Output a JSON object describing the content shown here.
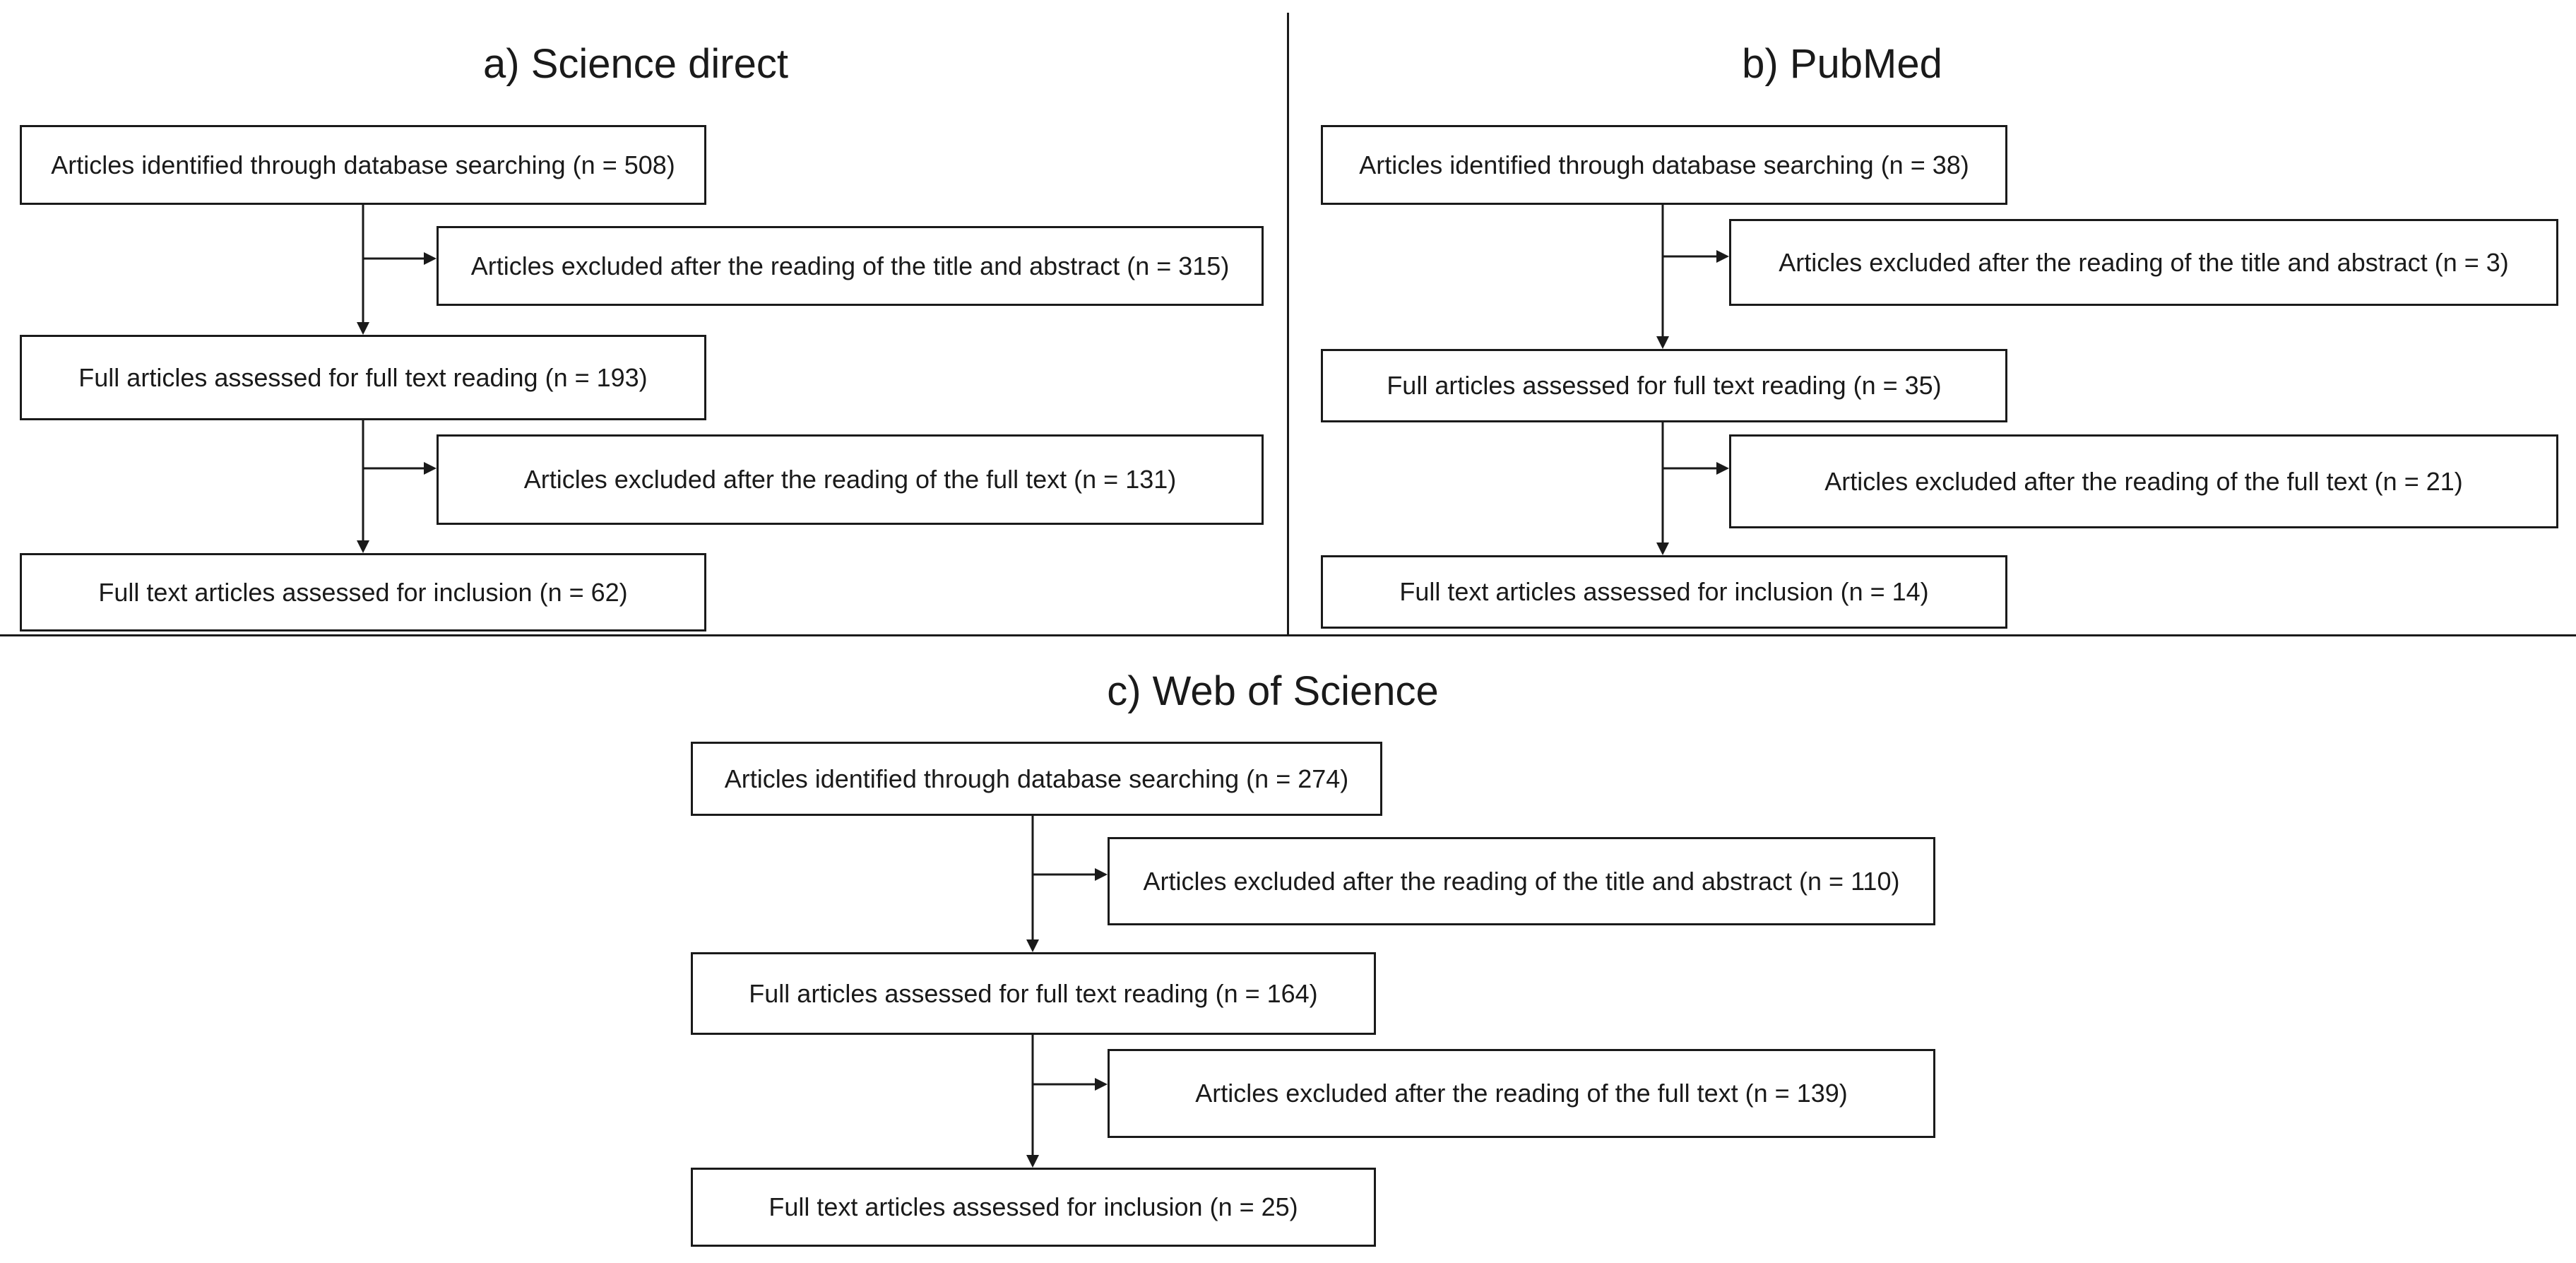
{
  "panels": {
    "a": {
      "title": "a) Science direct",
      "boxes": {
        "identified": "Articles identified through database searching (n = 508)",
        "excluded_title_abstract": "Articles excluded after the reading of the title and abstract (n = 315)",
        "assessed_full_text": "Full articles assessed for full text reading (n = 193)",
        "excluded_full_text": "Articles excluded after the reading of the full text (n = 131)",
        "included": "Full text articles assessed for inclusion (n = 62)"
      }
    },
    "b": {
      "title": "b) PubMed",
      "boxes": {
        "identified": "Articles identified through database searching (n = 38)",
        "excluded_title_abstract": "Articles excluded after the reading of the title and abstract (n = 3)",
        "assessed_full_text": "Full articles assessed for full text reading (n = 35)",
        "excluded_full_text": "Articles excluded after the reading of the full text (n = 21)",
        "included": "Full text articles assessed for inclusion (n = 14)"
      }
    },
    "c": {
      "title": "c) Web of Science",
      "boxes": {
        "identified": "Articles identified through database searching (n = 274)",
        "excluded_title_abstract": "Articles excluded after the reading of the title and abstract (n = 110)",
        "assessed_full_text": "Full articles assessed for full text reading (n = 164)",
        "excluded_full_text": "Articles excluded after the reading of the full text (n = 139)",
        "included": "Full text articles assessed for inclusion (n = 25)"
      }
    }
  }
}
